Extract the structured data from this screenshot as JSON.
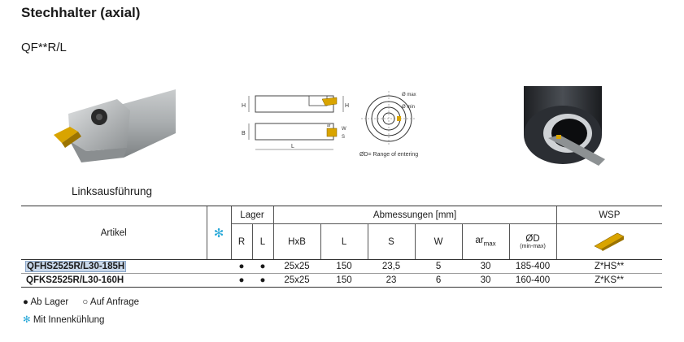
{
  "title": "Stechhalter (axial)",
  "subtitle": "QF**R/L",
  "caption": "Linksausführung",
  "diagram": {
    "dim_H": "H",
    "dim_B": "B",
    "dim_L": "L",
    "dim_W": "W",
    "dim_S": "S",
    "dim_ar": "ar",
    "d_max": "Ø max",
    "d_min": "Ø min",
    "range_note": "ØD= Range of entering"
  },
  "table": {
    "h_artikel": "Artikel",
    "h_coolant": "✻",
    "h_lager": "Lager",
    "h_abmessungen": "Abmessungen [mm]",
    "h_wsp": "WSP",
    "h_r": "R",
    "h_l": "L",
    "h_hxb": "HxB",
    "h_len": "L",
    "h_s": "S",
    "h_w": "W",
    "h_ar": "ar",
    "h_ar_sub": "max",
    "h_od": "ØD",
    "h_od_sub": "(min-max)",
    "rows": [
      {
        "artikel": "QFHS2525R/L30-185H",
        "r": "●",
        "l": "●",
        "hxb": "25x25",
        "len": "150",
        "s": "23,5",
        "w": "5",
        "ar": "30",
        "od": "185-400",
        "wsp": "Z*HS**"
      },
      {
        "artikel": "QFKS2525R/L30-160H",
        "r": "●",
        "l": "●",
        "hxb": "25x25",
        "len": "150",
        "s": "23",
        "w": "6",
        "ar": "30",
        "od": "160-400",
        "wsp": "Z*KS**"
      }
    ]
  },
  "legend": {
    "stock": "● Ab Lager",
    "on_request": "○ Auf Anfrage",
    "coolant_symbol": "✻",
    "coolant_text": "Mit Innenkühlung"
  },
  "colors": {
    "insert": "#d9a400",
    "coolant": "#27a8d8",
    "highlight": "#c9d8ea"
  }
}
